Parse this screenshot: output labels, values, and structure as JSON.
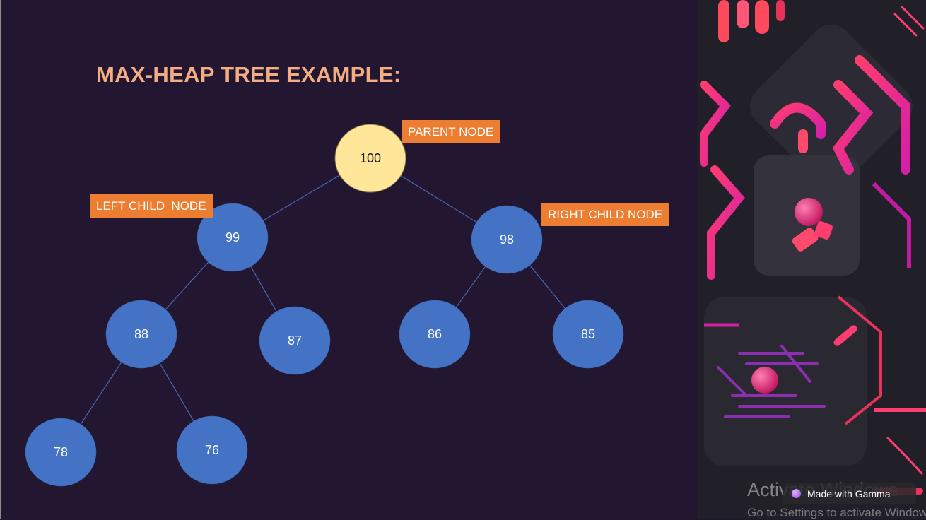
{
  "slide": {
    "title": "MAX-HEAP TREE EXAMPLE:"
  },
  "tree": {
    "nodes": [
      {
        "id": "n100",
        "value": "100",
        "root": true
      },
      {
        "id": "n99",
        "value": "99"
      },
      {
        "id": "n98",
        "value": "98"
      },
      {
        "id": "n88",
        "value": "88"
      },
      {
        "id": "n87",
        "value": "87"
      },
      {
        "id": "n86",
        "value": "86"
      },
      {
        "id": "n85",
        "value": "85"
      },
      {
        "id": "n78",
        "value": "78"
      },
      {
        "id": "n76",
        "value": "76"
      }
    ],
    "edges": [
      [
        "n100",
        "n99"
      ],
      [
        "n100",
        "n98"
      ],
      [
        "n99",
        "n88"
      ],
      [
        "n99",
        "n87"
      ],
      [
        "n98",
        "n86"
      ],
      [
        "n98",
        "n85"
      ],
      [
        "n88",
        "n78"
      ],
      [
        "n88",
        "n76"
      ]
    ],
    "labels": {
      "parent": "PARENT NODE",
      "left_child": "LEFT CHILD  NODE",
      "right_child": "RIGHT CHILD NODE"
    }
  },
  "colors": {
    "background": "#221631",
    "title": "#f4ac83",
    "root_node": "#ffe699",
    "child_node": "#4472c4",
    "label_bg": "#ed7d31",
    "edge": "#4a67b5"
  },
  "footer": {
    "badge_label": "Made with Gamma",
    "watermark_title": "Activate Windows",
    "watermark_sub": "Go to Settings to activate Windows."
  }
}
